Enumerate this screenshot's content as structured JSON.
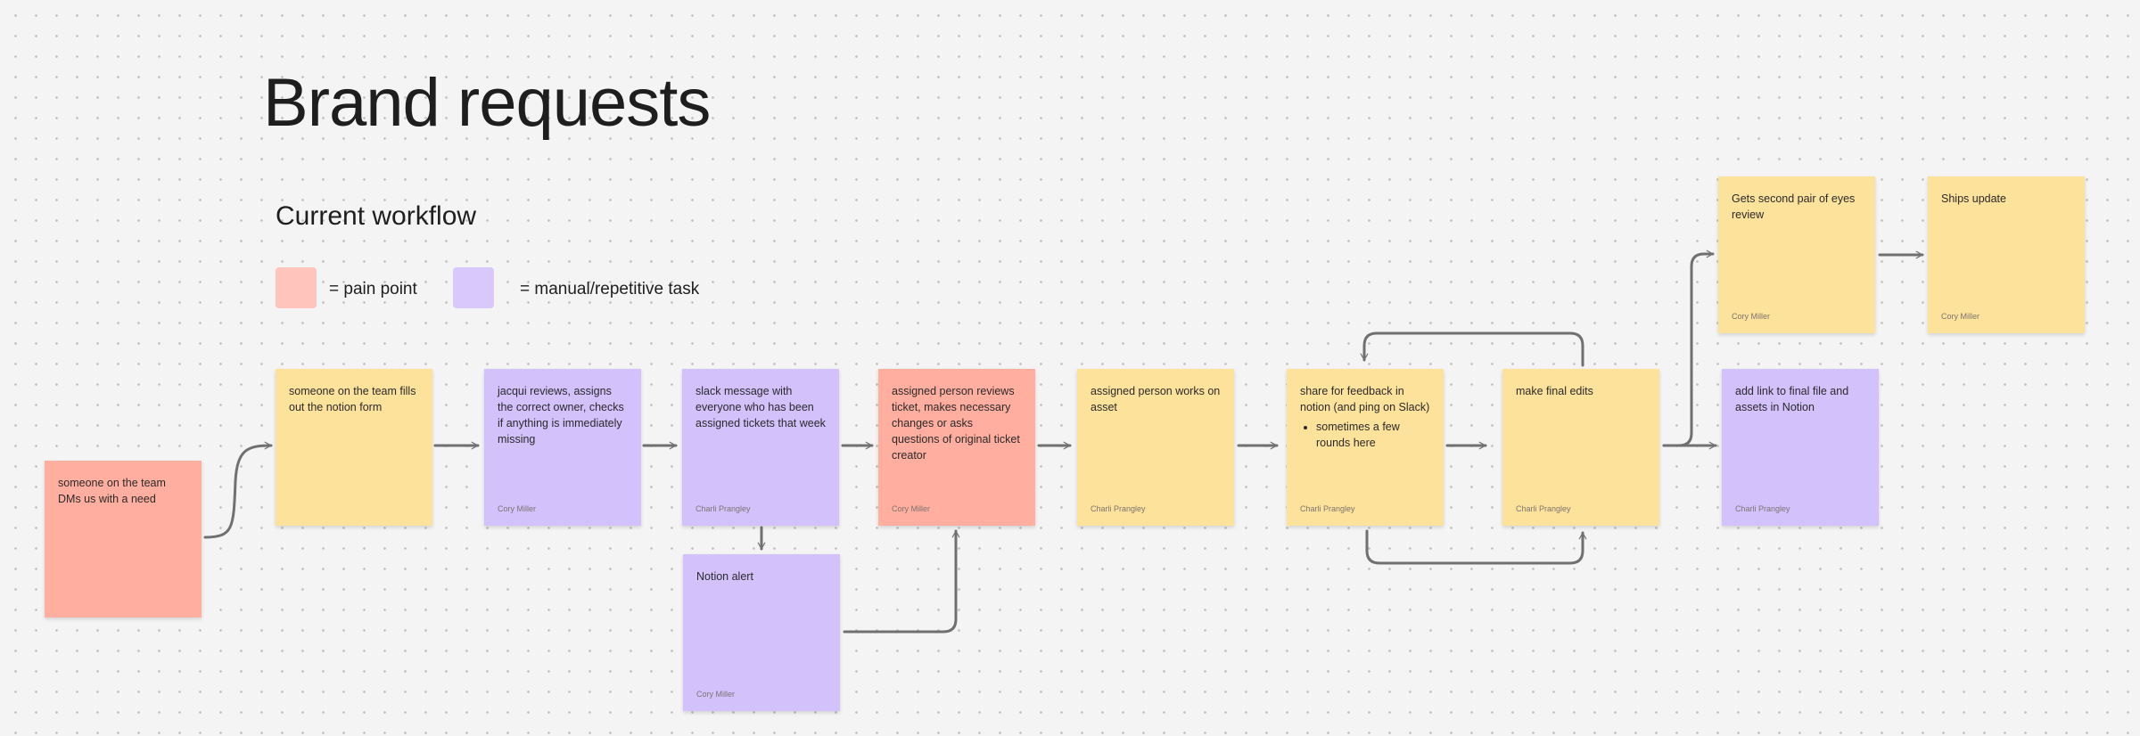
{
  "board": {
    "title": "Brand requests",
    "subtitle": "Current workflow",
    "legend": [
      {
        "label": "= pain point",
        "color": "#ffc4bc"
      },
      {
        "label": "= manual/repetitive task",
        "color": "#d9c8fb"
      }
    ]
  },
  "colors": {
    "yellow_sticky": "#fde29c",
    "purple_sticky": "#d3c1fb",
    "red_sticky": "#ffaea0",
    "connector": "#707070"
  },
  "stickies": [
    {
      "id": "s1",
      "color": "red",
      "text": "someone on the team DMs us with a need",
      "author": ""
    },
    {
      "id": "s2",
      "color": "yellow",
      "text": "someone on the team fills out the notion form",
      "author": ""
    },
    {
      "id": "s3",
      "color": "purple",
      "text": "jacqui reviews, assigns the correct owner, checks if anything is immediately missing",
      "author": "Cory Miller"
    },
    {
      "id": "s4",
      "color": "purple",
      "text": "slack message with everyone who has been assigned tickets that week",
      "author": "Charli Prangley"
    },
    {
      "id": "s5",
      "color": "purple",
      "text": "Notion alert",
      "author": "Cory Miller"
    },
    {
      "id": "s6",
      "color": "red",
      "text": "assigned person reviews ticket, makes necessary changes or asks questions of original ticket creator",
      "author": "Cory Miller"
    },
    {
      "id": "s7",
      "color": "yellow",
      "text": "assigned person works on asset",
      "author": "Charli Prangley"
    },
    {
      "id": "s8",
      "color": "yellow",
      "text": "share for feedback in notion (and ping on Slack)",
      "bullets": [
        "sometimes a few rounds here"
      ],
      "author": "Charli Prangley"
    },
    {
      "id": "s9",
      "color": "yellow",
      "text": "make final edits",
      "author": "Charli Prangley"
    },
    {
      "id": "s10",
      "color": "yellow",
      "text": "Gets second pair of eyes review",
      "author": "Cory Miller"
    },
    {
      "id": "s11",
      "color": "yellow",
      "text": "Ships update",
      "author": "Cory Miller"
    },
    {
      "id": "s12",
      "color": "purple",
      "text": "add link to final file and assets in Notion",
      "author": "Charli Prangley"
    }
  ]
}
